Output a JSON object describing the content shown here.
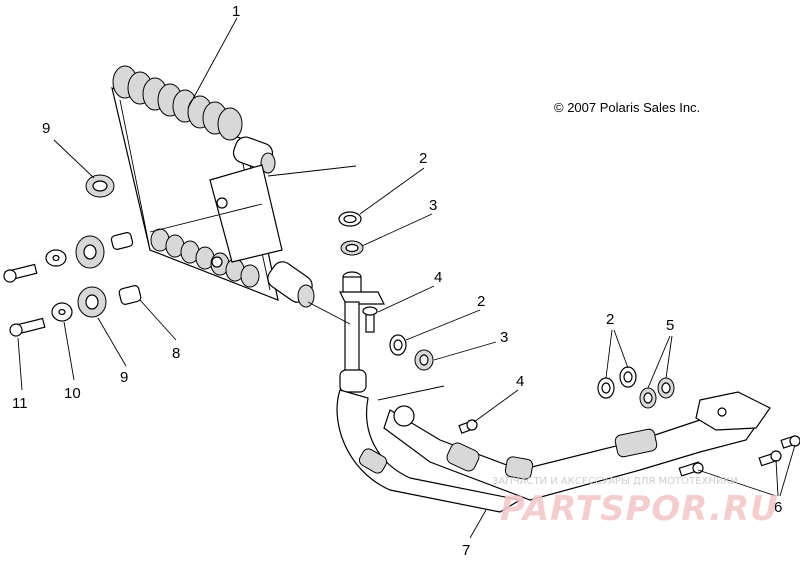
{
  "copyright": "© 2007 Polaris Sales Inc.",
  "callouts": [
    "1",
    "2",
    "3",
    "4",
    "2",
    "3",
    "4",
    "2",
    "5",
    "6",
    "7",
    "8",
    "9",
    "9",
    "10",
    "11"
  ],
  "watermark": {
    "small": "ЗАПЧАСТИ И АКСЕССУАРЫ ДЛЯ МОТОТЕХНИКИ",
    "big": "PARTSPOR.RU"
  },
  "colors": {
    "line": "#000000",
    "watermark": "#e8a0a0"
  }
}
